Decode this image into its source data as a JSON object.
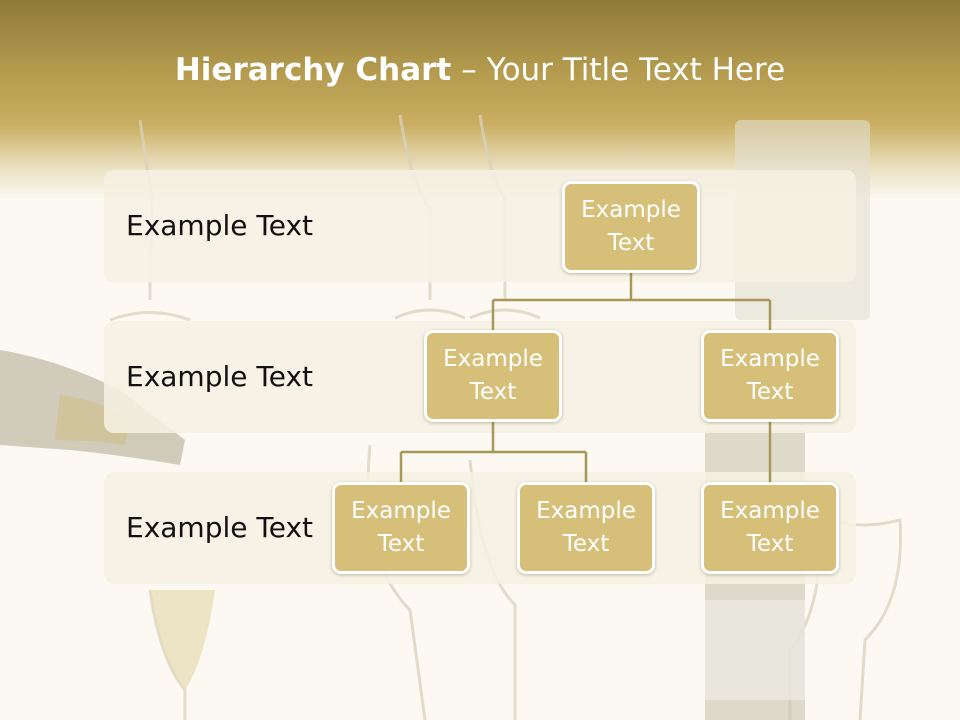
{
  "slide": {
    "title_bold": "Hierarchy Chart",
    "title_separator": "–",
    "title_rest": "Your Title Text Here"
  },
  "levels": [
    {
      "label": "Example Text"
    },
    {
      "label": "Example Text"
    },
    {
      "label": "Example Text"
    }
  ],
  "nodes": {
    "root": "Example Text",
    "level2_left": "Example Text",
    "level2_right": "Example Text",
    "level3_a": "Example Text",
    "level3_b": "Example Text",
    "level3_c": "Example Text"
  },
  "colors": {
    "header_dark": "#8e7b3a",
    "node_fill": "#d5bf79",
    "node_border": "#ffffff",
    "connector": "#a89858",
    "band": "#f5f0e2"
  }
}
